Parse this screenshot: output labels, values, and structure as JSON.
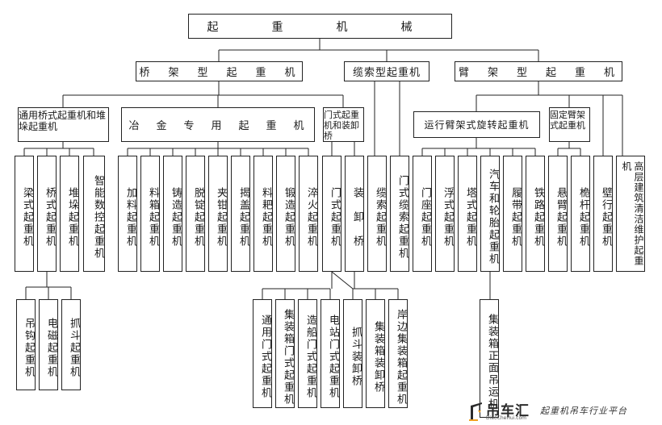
{
  "root": {
    "label": "起　重　机　械"
  },
  "level1": {
    "bridge": "桥　架　型　起　重　机",
    "cable": "缆索型起重机",
    "jib": "臂　架　型　起　重　机"
  },
  "bridge_groups": {
    "general": "通用桥式起重机和堆垛起重机",
    "metallurgy": "冶　金　专　用　起　重　机",
    "gantry": "门式起重机和装卸桥"
  },
  "jib_groups": {
    "slewing": "运行臂架式旋转起重机",
    "fixed": "固定臂架式起重机"
  },
  "items": {
    "beam": "梁式起重机",
    "bridge_type": "桥式起重机",
    "stacking": "堆垛起重机",
    "smart_stacking": "智能数控起重机",
    "charging": "加料起重机",
    "material_box": "料箱起重机",
    "casting": "铸造起重机",
    "stripping": "脱锭起重机",
    "clamp": "夹钳起重机",
    "lid": "揭盖起重机",
    "rake": "料耙起重机",
    "forging": "锻造起重机",
    "quenching": "淬火起重机",
    "gantry": "门式起重机",
    "unloader": "装　卸　桥",
    "cable": "缆索起重机",
    "gantry_cable": "门式缆索起重机",
    "portal": "门座起重机",
    "floating": "浮式起重机",
    "tower": "塔式起重机",
    "truck": "汽车和轮胎起重机",
    "crawler": "履带起重机",
    "railway": "铁路起重机",
    "cantilever": "悬臂起重机",
    "mast": "桅杆起重机",
    "wall": "壁行起重机",
    "facade": "高层建筑清洁维护起重机"
  },
  "sub_bridge": {
    "hook": "吊钩起重机",
    "magnet": "电磁起重机",
    "grab": "抓斗起重机"
  },
  "sub_gantry": {
    "general_gantry": "通用门式起重机",
    "container_gantry": "集装箱门式起重机",
    "shipbuilding": "造船门式起重机",
    "power_station": "电站门式起重机",
    "grab_unloader": "抓斗装卸桥",
    "container_unloader": "集装箱装卸桥",
    "quay_container": "岸边集装箱起重机"
  },
  "sub_truck": {
    "reach_stacker": "集装箱正面吊运机"
  },
  "logo": {
    "name": "吊车汇",
    "domain": "DiaoCheHui.com",
    "slogan": "起重机吊车行业平台"
  },
  "colors": {
    "line": "#222222",
    "text": "#1a1a1a",
    "logo_accent": "#f0a020"
  }
}
